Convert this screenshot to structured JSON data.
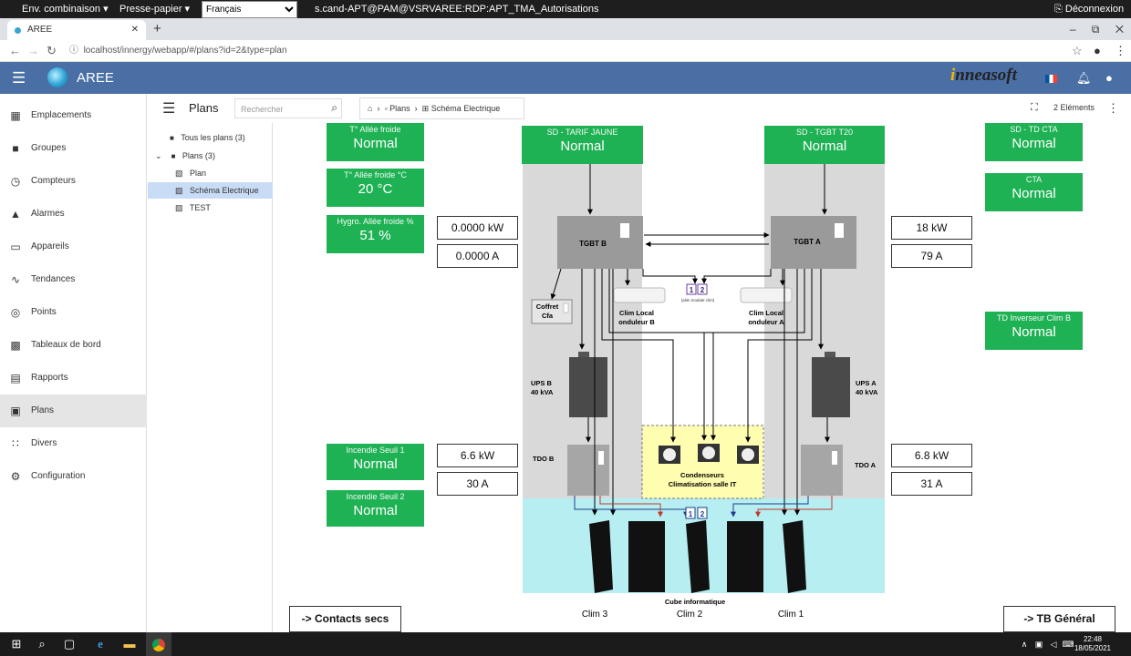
{
  "rdp": {
    "env": "Env. combinaison ▾",
    "clipboard": "Presse-papier ▾",
    "language": "Français",
    "connection": "s.cand-APT@PAM@VSRVAREE:RDP:APT_TMA_Autorisations",
    "logout": "Déconnexion"
  },
  "browser": {
    "tab_title": "AREE",
    "url": "localhost/innergy/webapp/#/plans?id=2&type=plan"
  },
  "app": {
    "title": "AREE",
    "brand": "nneasoft",
    "brand_initial": "i"
  },
  "sidebar": {
    "items": [
      {
        "label": "Emplacements",
        "icon": "building-icon"
      },
      {
        "label": "Groupes",
        "icon": "folder-icon"
      },
      {
        "label": "Compteurs",
        "icon": "gauge-icon"
      },
      {
        "label": "Alarmes",
        "icon": "bell-icon"
      },
      {
        "label": "Appareils",
        "icon": "devices-icon"
      },
      {
        "label": "Tendances",
        "icon": "trend-icon"
      },
      {
        "label": "Points",
        "icon": "target-icon"
      },
      {
        "label": "Tableaux de bord",
        "icon": "dashboard-icon"
      },
      {
        "label": "Rapports",
        "icon": "report-icon"
      },
      {
        "label": "Plans",
        "icon": "plan-icon"
      },
      {
        "label": "Divers",
        "icon": "grid-icon"
      },
      {
        "label": "Configuration",
        "icon": "gear-icon"
      }
    ],
    "active": "Plans"
  },
  "plans": {
    "title": "Plans",
    "search_placeholder": "Rechercher",
    "breadcrumb": {
      "home": "⌂",
      "level1": "Plans",
      "level2": "Schéma Electrique"
    },
    "count": "2 Eléments"
  },
  "tree": {
    "all": "Tous les plans (3)",
    "plans": "Plans (3)",
    "children": [
      "Plan",
      "Schéma Electrique",
      "TEST"
    ],
    "selected": "Schéma Electrique"
  },
  "status": {
    "allee_froide": {
      "label": "T° Allée froide",
      "value": "Normal"
    },
    "allee_froide_temp": {
      "label": "T° Allée froide °C",
      "value": "20 °C"
    },
    "hygro": {
      "label": "Hygro. Allée froide %",
      "value": "51 %"
    },
    "incendie1": {
      "label": "Incendie Seuil 1",
      "value": "Normal"
    },
    "incendie2": {
      "label": "Incendie Seuil 2",
      "value": "Normal"
    },
    "sd_tarif_jaune": {
      "label": "SD - TARIF JAUNE",
      "value": "Normal"
    },
    "sd_tgbt_t20": {
      "label": "SD - TGBT T20",
      "value": "Normal"
    },
    "sd_td_cta": {
      "label": "SD - TD CTA",
      "value": "Normal"
    },
    "cta": {
      "label": "CTA",
      "value": "Normal"
    },
    "td_inverseur": {
      "label": "TD Inverseur Clim B",
      "value": "Normal"
    }
  },
  "measures": {
    "tgbt_b_kw": "0.0000 kW",
    "tgbt_b_a": "0.0000 A",
    "tgbt_a_kw": "18 kW",
    "tgbt_a_a": "79 A",
    "tdo_b_kw": "6.6 kW",
    "tdo_b_a": "30 A",
    "tdo_a_kw": "6.8 kW",
    "tdo_a_a": "31 A"
  },
  "schema": {
    "tgbt_b": "TGBT B",
    "tgbt_a": "TGBT A",
    "coffret_1": "Coffret",
    "coffret_2": "Cfa",
    "clim_b_1": "Clim Local",
    "clim_b_2": "onduleur B",
    "clim_a_1": "Clim Local",
    "clim_a_2": "onduleur A",
    "alim_1": "1",
    "alim_2": "2",
    "alim_note": "(alim module clim)",
    "ups_b_1": "UPS B",
    "ups_b_2": "40 kVA",
    "ups_a_1": "UPS A",
    "ups_a_2": "40 kVA",
    "tdo_b": "TDO B",
    "tdo_a": "TDO A",
    "cond_1": "Condenseurs",
    "cond_2": "Climatisation salle IT",
    "cube": "Cube informatique",
    "clim3": "Clim 3",
    "clim2": "Clim 2",
    "clim1": "Clim 1"
  },
  "buttons": {
    "contacts": "-> Contacts secs",
    "tb_general": "-> TB Général"
  },
  "taskbar": {
    "time": "22:48",
    "date": "18/05/2021"
  }
}
